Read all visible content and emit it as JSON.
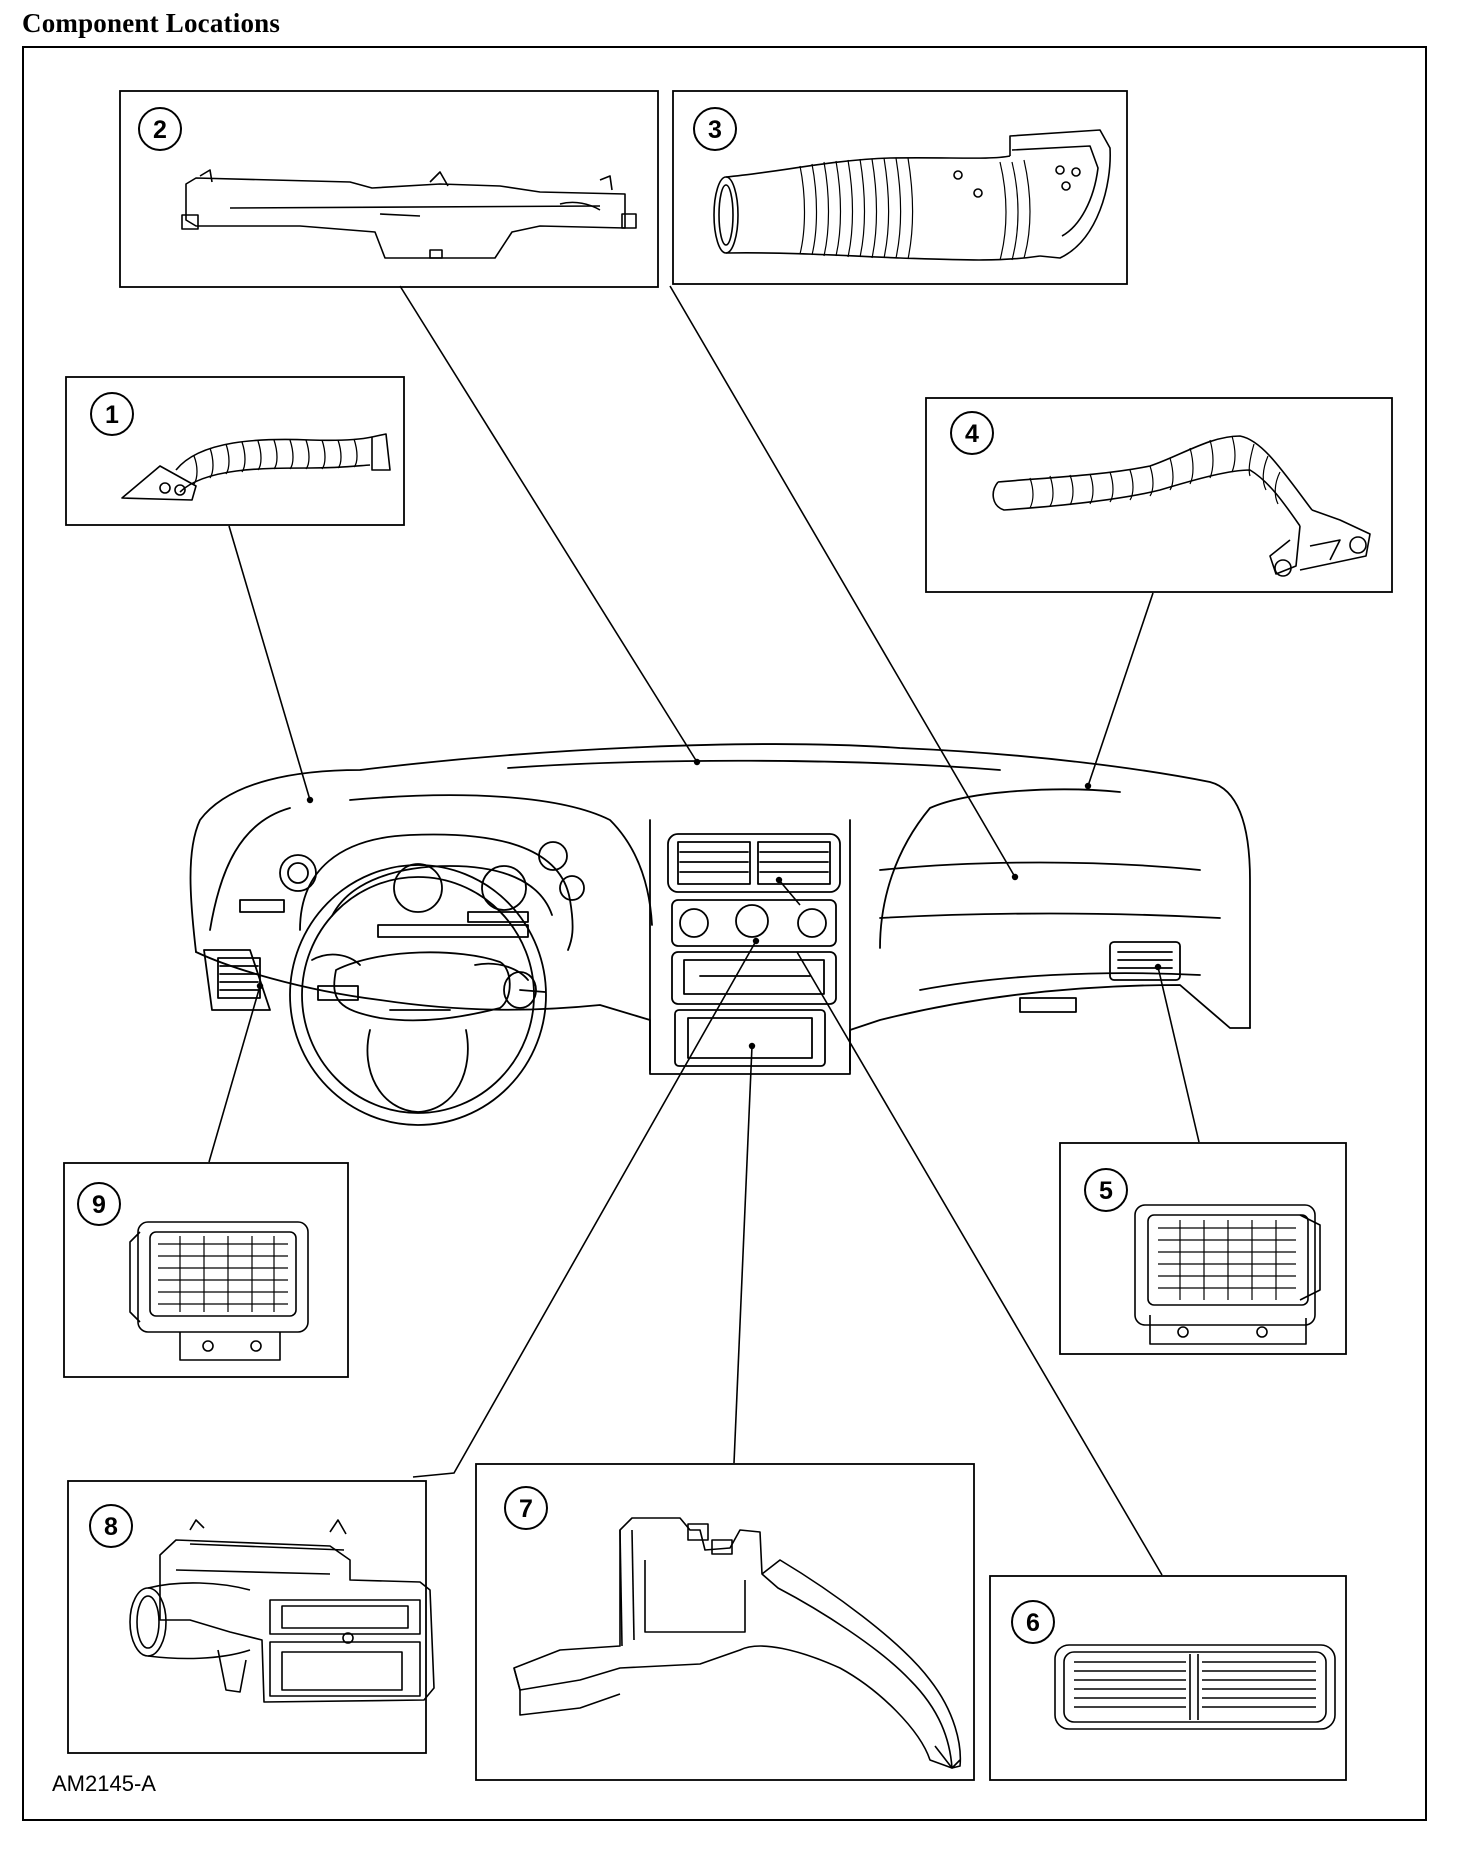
{
  "header": {
    "title": "Component Locations"
  },
  "figure": {
    "code": "AM2145-A"
  },
  "callouts": [
    {
      "number": "1",
      "icon": "duct-hose-icon"
    },
    {
      "number": "2",
      "icon": "defroster-duct-icon"
    },
    {
      "number": "3",
      "icon": "flex-duct-icon"
    },
    {
      "number": "4",
      "icon": "passenger-hose-icon"
    },
    {
      "number": "5",
      "icon": "right-register-icon"
    },
    {
      "number": "6",
      "icon": "center-register-icon"
    },
    {
      "number": "7",
      "icon": "floor-duct-icon"
    },
    {
      "number": "8",
      "icon": "plenum-housing-icon"
    },
    {
      "number": "9",
      "icon": "left-register-icon"
    }
  ]
}
